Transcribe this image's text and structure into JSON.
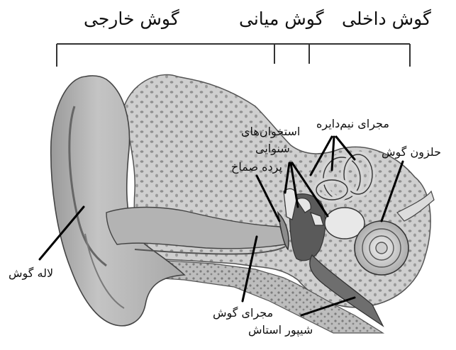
{
  "headers": {
    "outer": "گوش خارجی",
    "middle": "گوش میانی",
    "inner": "گوش داخلی"
  },
  "labels": {
    "semicircular_canals": "مجرای نیم‌دایره",
    "ossicles_line1": "استخوان‌های",
    "ossicles_line2": "شنوایی",
    "cochlea": "حلزون گوش",
    "eardrum": "پرده صماخ",
    "auricle": "لاله گوش",
    "ear_canal": "مجرای گوش",
    "eustachian_tube": "شیپور استاش"
  }
}
